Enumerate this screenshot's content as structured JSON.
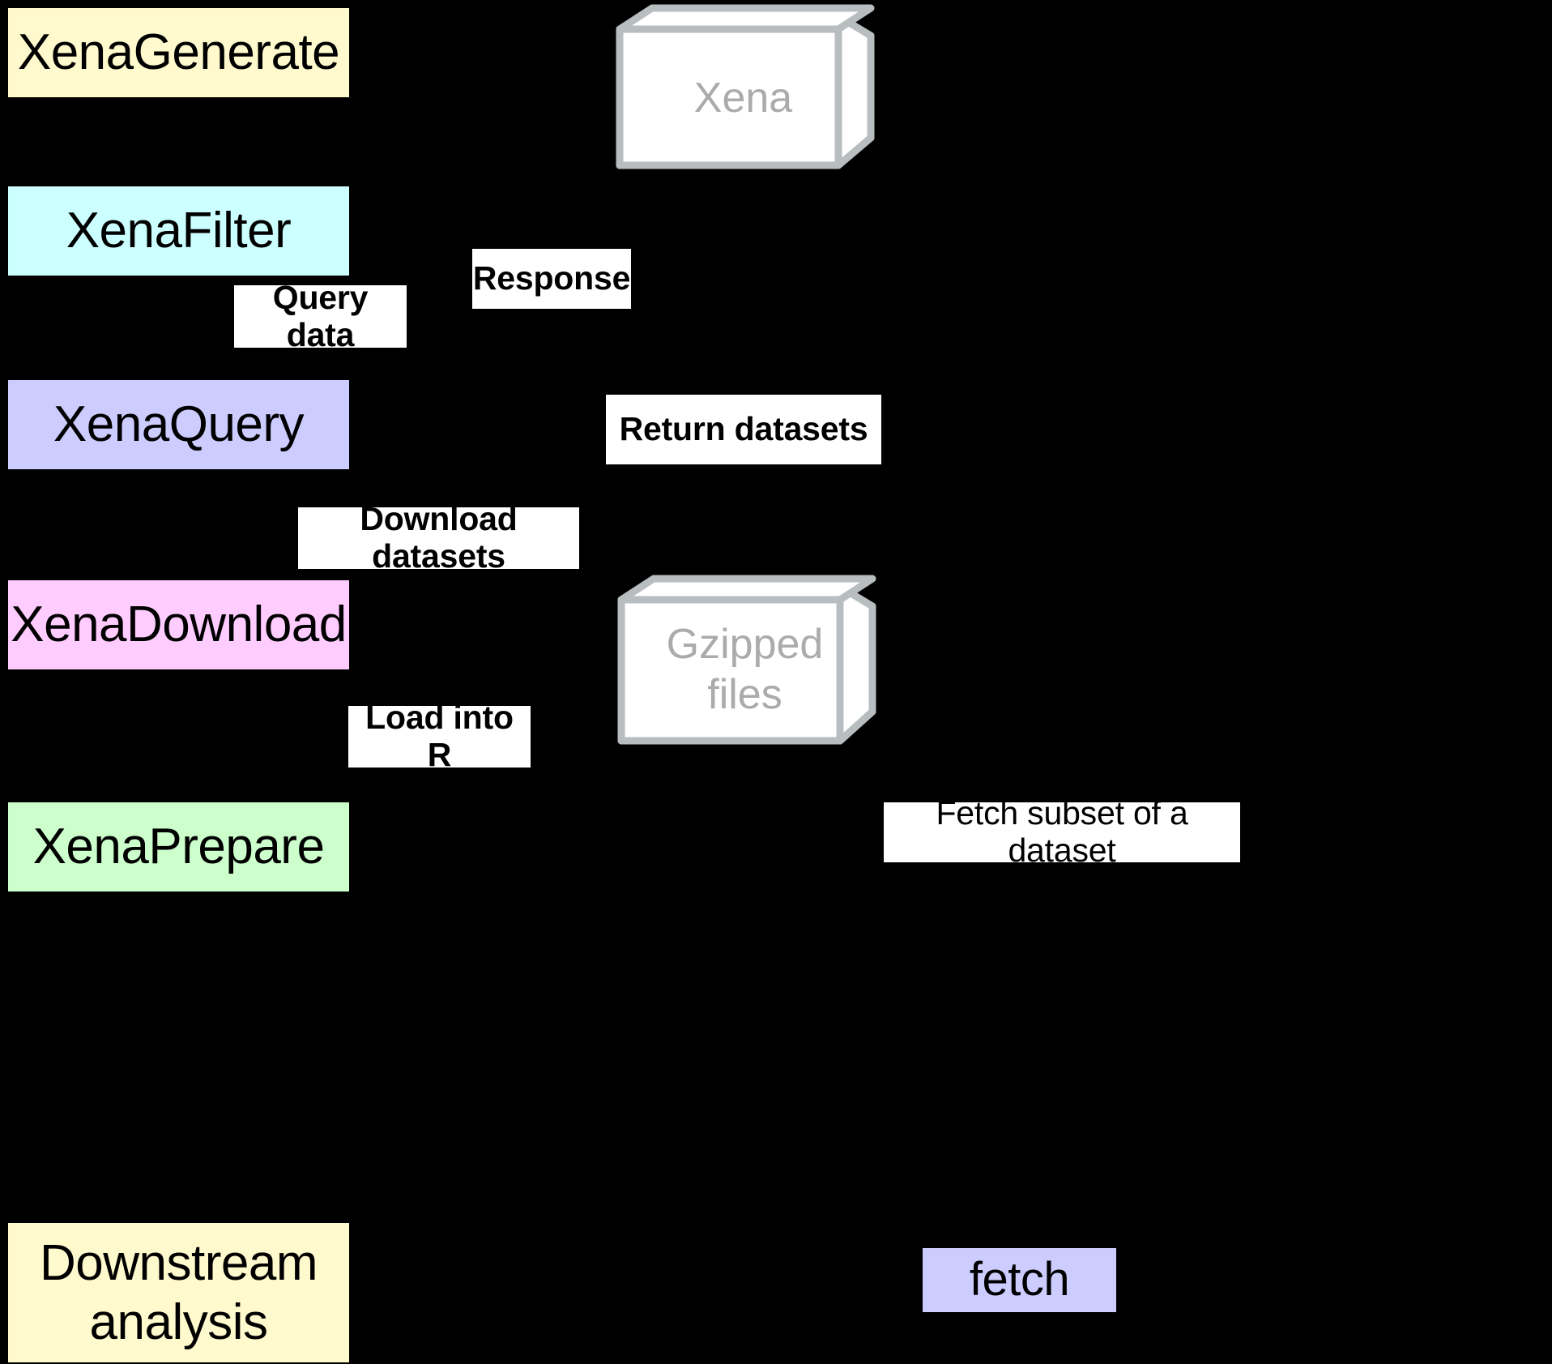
{
  "diagram": {
    "title": "UCSCXenaTools R package workflow",
    "background_color": "#000000",
    "palette": {
      "yellow": "#FFFACD",
      "cyan": "#CCFFFF",
      "violet": "#CCCCFF",
      "pink": "#FFCCFF",
      "green": "#CCFFCC",
      "white": "#FFFFFF",
      "cube_fill": "#FFFFFF",
      "cube_edge": "#B8BDBF",
      "cube_text": "#ABABAB",
      "text": "#000000"
    }
  },
  "nodes": [
    {
      "id": "xena-generate",
      "label": "XenaGenerate",
      "color": "yellow"
    },
    {
      "id": "xena-filter",
      "label": "XenaFilter",
      "color": "cyan"
    },
    {
      "id": "xena-query",
      "label": "XenaQuery",
      "color": "violet"
    },
    {
      "id": "xena-download",
      "label": "XenaDownload",
      "color": "pink"
    },
    {
      "id": "xena-prepare",
      "label": "XenaPrepare",
      "color": "green"
    },
    {
      "id": "downstream-analysis",
      "label": "Downstream\nanalysis",
      "color": "yellow"
    },
    {
      "id": "fetch",
      "label": "fetch",
      "color": "violet"
    }
  ],
  "data_stores": [
    {
      "id": "xena-hub",
      "label": "Xena"
    },
    {
      "id": "gzipped-files",
      "label": "Gzipped\nfiles"
    }
  ],
  "edge_labels": [
    {
      "id": "query-data",
      "label": "Query data",
      "style": "bold"
    },
    {
      "id": "response",
      "label": "Response",
      "style": "bold"
    },
    {
      "id": "return-datasets",
      "label": "Return datasets",
      "style": "bold"
    },
    {
      "id": "download-datasets",
      "label": "Download datasets",
      "style": "bold"
    },
    {
      "id": "load-into-r",
      "label": "Load into R",
      "style": "bold"
    },
    {
      "id": "fetch-subset",
      "label": "Fetch subset of a dataset",
      "style": "plain"
    }
  ]
}
